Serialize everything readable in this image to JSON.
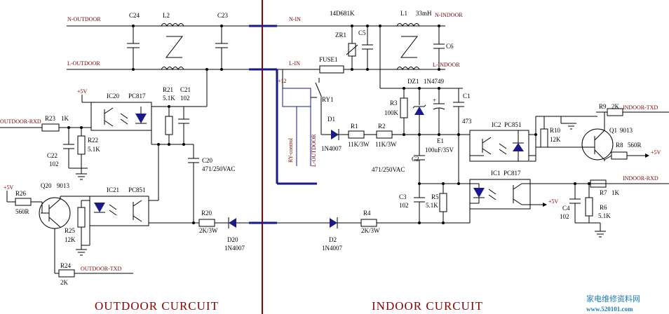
{
  "nets": {
    "n_outdoor": "N-OUTDOOR",
    "l_outdoor": "L-OUTDOOR",
    "n_in": "N-IN",
    "l_in": "L-IN",
    "n_indoor": "N-INDOOR",
    "l_indoor": "L-INDOOR",
    "outdoor_rxd": "OUTDOOR-RXD",
    "outdoor_txd": "OUTDOOR-TXD",
    "indoor_txd": "INDOOR-TXD",
    "indoor_rxd": "INDOOR-RXD",
    "ry_control": "RY-control",
    "l_outdoor_v": "L-OUTDOOR"
  },
  "supplies": {
    "plus5v": "+5V",
    "plus12": "+12"
  },
  "components": {
    "c24": "C24",
    "l2": "L2",
    "c23": "C23",
    "v14d681k": "14D681K",
    "zr1": "ZR1",
    "c5": "C5",
    "l1": "L1",
    "l1_val": "33mH",
    "c6": "C6",
    "fuse1": "FUSE1",
    "ry1": "RY1",
    "dz1": "DZ1",
    "dz1_val": "1N4749",
    "c1": "C1",
    "c1_val": "473",
    "r3": "R3",
    "r3_val": "100K",
    "d1": "D1",
    "d1_val": "1N4007",
    "r1": "R1",
    "r1_val": "11K/3W",
    "r2": "R2",
    "r2_val": "11K/3W",
    "e1": "E1",
    "e1_val": "100uF/35V",
    "c2": "C2",
    "c2_val": "471/250VAC",
    "ic2": "IC2",
    "ic2_type": "PC851",
    "r10": "R10",
    "r10_val": "12K",
    "r9": "R9",
    "r9_val": "2K",
    "q1": "Q1",
    "q1_type": "9013",
    "r8": "R8",
    "r8_val": "560R",
    "ic1": "IC1",
    "ic1_type": "PC817",
    "c3": "C3",
    "c3_val": "102",
    "r5": "R5",
    "r5_val": "5.1K",
    "c4": "C4",
    "c4_val": "102",
    "r7": "R7",
    "r7_val": "1K",
    "r6": "R6",
    "r6_val": "5.1K",
    "d2": "D2",
    "d2_val": "1N4007",
    "r4": "R4",
    "r4_val": "2K/3W",
    "ic20": "IC20",
    "ic20_type": "PC817",
    "r21": "R21",
    "r21_val": "5.1K",
    "c21": "C21",
    "c21_val": "102",
    "r23": "R23",
    "r23_val": "1K",
    "c22": "C22",
    "c22_val": "102",
    "r22": "R22",
    "r22_val": "5.1K",
    "c20": "C20",
    "c20_val": "471/250VAC",
    "r26": "R26",
    "r26_val": "560R",
    "q20": "Q20",
    "q20_type": "9013",
    "ic21": "IC21",
    "ic21_type": "PC851",
    "r25": "R25",
    "r25_val": "12K",
    "r20": "R20",
    "r20_val": "2K/3W",
    "d20": "D20",
    "d20_val": "1N4007",
    "r24": "R24",
    "r24_val": "2K"
  },
  "sections": {
    "outdoor": "OUTDOOR CURCUIT",
    "indoor": "INDOOR CURCUIT"
  },
  "watermark": {
    "line1": "家电维修资料网",
    "line2": "www.520101.com"
  },
  "colors": {
    "wire": "#000000",
    "bus": "#1a1a8a",
    "divider": "#8b0000",
    "net_label": "#7a0000",
    "watermark": "#1c7ab8"
  }
}
